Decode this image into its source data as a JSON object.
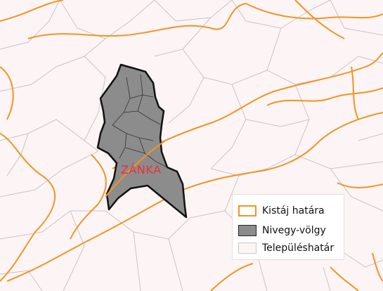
{
  "map": {
    "place_label": "ZÁNKA",
    "legend": {
      "items": [
        {
          "label": "Kistáj határa",
          "symbol": "orange-outline",
          "color": "#f39324"
        },
        {
          "label": "Nivegy-völgy",
          "symbol": "gray-fill",
          "color": "#8c8c8c"
        },
        {
          "label": "Településhatár",
          "symbol": "pale-fill",
          "color": "#fdf4f4"
        }
      ]
    },
    "colors": {
      "background": "#fdf5f5",
      "settlement_border": "#c9c3c8",
      "region_boundary": "#f39324",
      "valley_fill": "#8c8c8c",
      "valley_outline": "#111111",
      "label": "#e8303a"
    }
  }
}
